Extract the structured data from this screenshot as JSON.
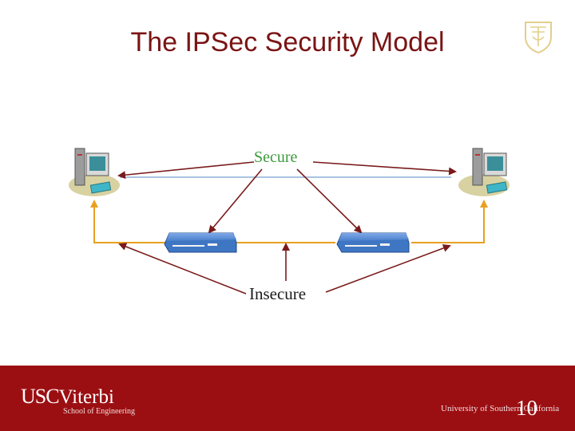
{
  "slide": {
    "title": "The IPSec Security Model",
    "page_number": "10"
  },
  "diagram": {
    "secure_label": "Secure",
    "insecure_label": "Insecure",
    "nodes": [
      "left-workstation",
      "left-gateway",
      "right-gateway",
      "right-workstation"
    ],
    "colors": {
      "arrow": "#7a1a1a",
      "link": "#e8a020",
      "tunnel": "#a8c4e0",
      "gateway": "#3f76c4"
    }
  },
  "footer": {
    "usc": "USC",
    "viterbi": "Viterbi",
    "school": "School of Engineering",
    "university": "University of Southern California",
    "background": "#9b0f12"
  }
}
